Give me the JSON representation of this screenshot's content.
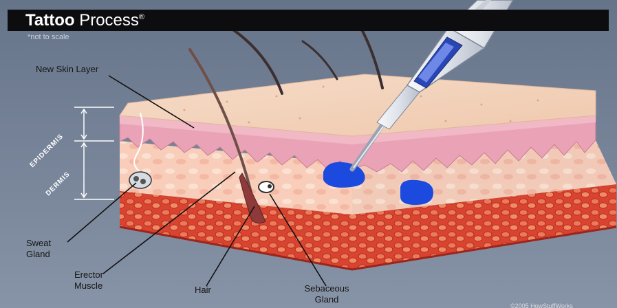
{
  "title": {
    "bold": "Tattoo",
    "rest": " Process",
    "mark": "®"
  },
  "note": "*not to scale",
  "labels": {
    "new_skin_layer": "New Skin Layer",
    "epidermis": "EPIDERMIS",
    "dermis": "DERMIS",
    "sweat_gland": "Sweat Gland",
    "erector_muscle": "Erector Muscle",
    "hair": "Hair",
    "sebaceous_gland": "Sebaceous Gland",
    "copyright": "©2005 HowStuffWorks"
  },
  "colors": {
    "background": "#778397",
    "title_bar": "#0d0d10",
    "skin_top": "#f4d3bd",
    "epidermis": "#e9a5b5",
    "dermis": "#f7c9b6",
    "fat_layer": "#d9402f",
    "ink": "#1b49d9",
    "needle_body": "#e4e8ee",
    "needle_grip": "#2c47b8"
  }
}
